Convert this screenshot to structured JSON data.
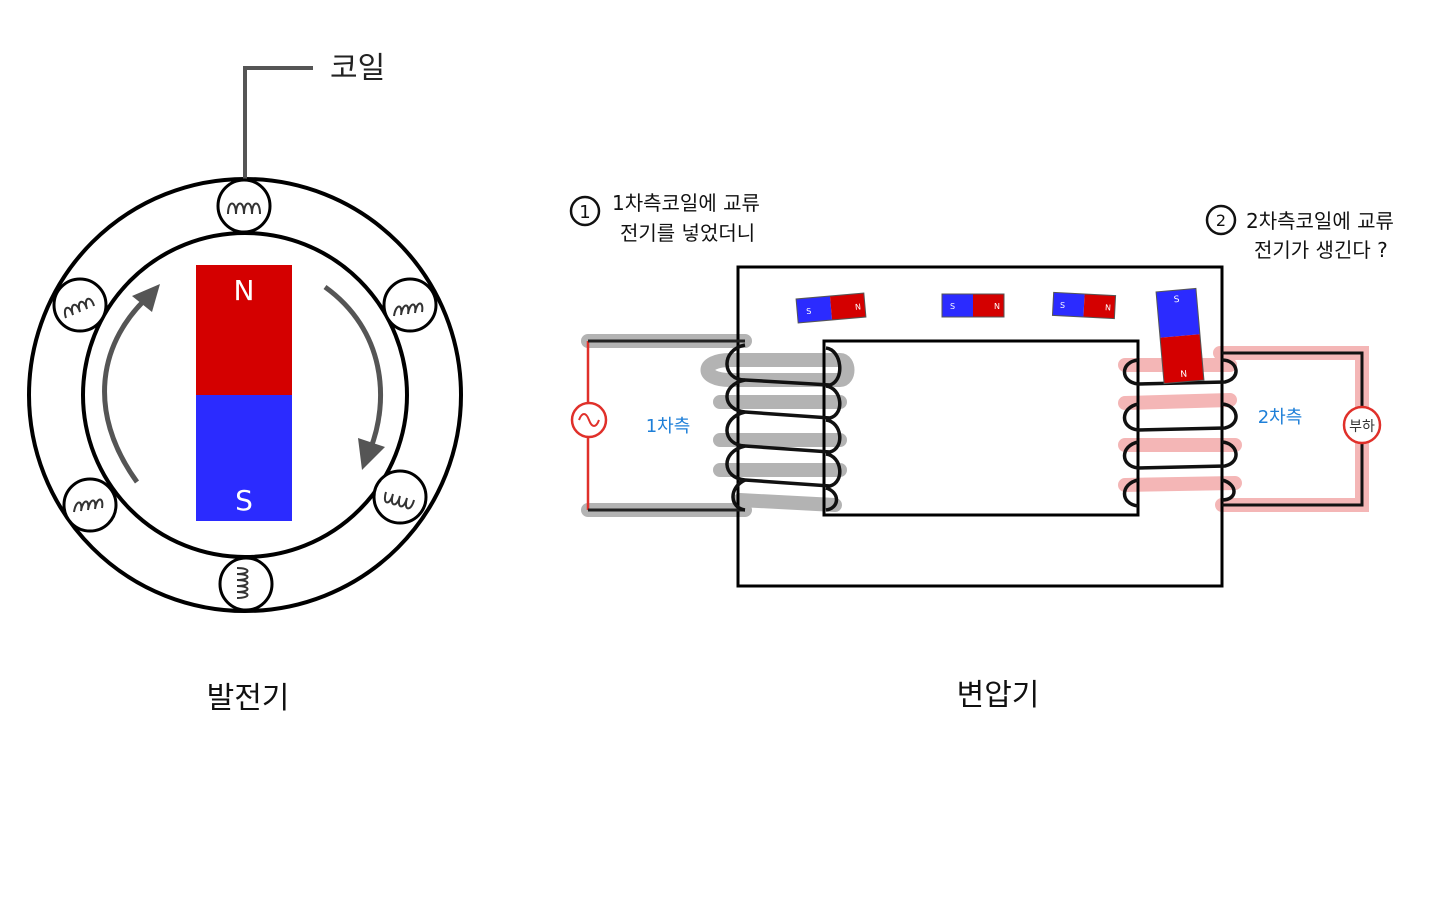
{
  "generator": {
    "coil_label": "코일",
    "magnet_north": "N",
    "magnet_south": "S",
    "caption": "발전기"
  },
  "transformer": {
    "step1_number": "1",
    "step1_line1": "1차측코일에 교류",
    "step1_line2": "전기를 넣었더니",
    "step2_number": "2",
    "step2_line1": "2차측코일에 교류",
    "step2_line2": "전기가 생긴다 ?",
    "primary_label": "1차측",
    "secondary_label": "2차측",
    "load_label": "부하",
    "ac_source_icon": "ac-source-icon",
    "small_magnet_n": "N",
    "small_magnet_s": "S",
    "caption": "변압기"
  },
  "colors": {
    "magnet_red": "#d40000",
    "magnet_blue": "#2b2bff",
    "label_blue": "#1e7fd8",
    "source_red": "#e0302a",
    "primary_highlight": "#b3b3b3",
    "secondary_highlight": "#f4b6b6"
  }
}
